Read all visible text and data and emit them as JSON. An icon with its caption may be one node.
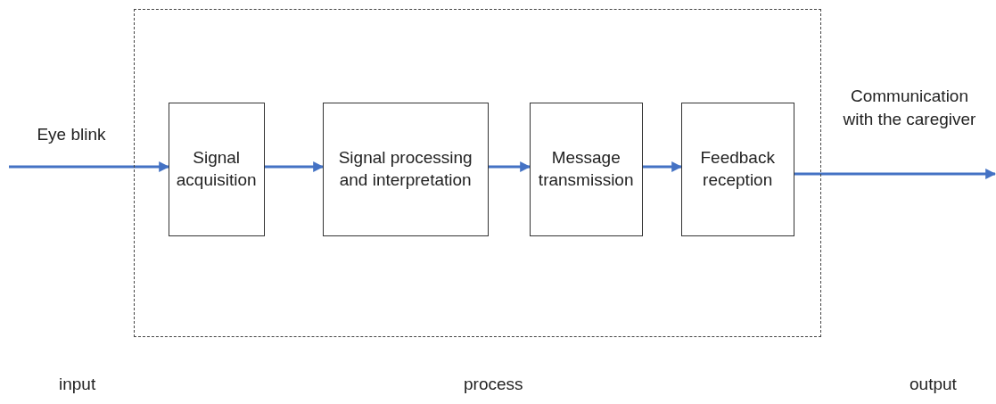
{
  "diagram": {
    "nodes": [
      {
        "text": [],
        "shape": "box"
      },
      {
        "text": [
          "Signal acquisition"
        ],
        "in": 0
      },
      {
        "text": [
          "Signal processing and interpretation"
        ],
        "in": 0
      },
      {
        "text": [
          "Message transmission"
        ],
        "in": 0
      },
      {
        "text": [
          "Feedback reception"
        ],
        "in": 0
      }
    ],
    "edges": [
      {
        "from": null,
        "to": 1,
        "arrow": "to",
        "label": "Eye blink"
      },
      {
        "from": 1,
        "to": 2,
        "arrow": "to"
      },
      {
        "from": 2,
        "to": 3,
        "arrow": "to"
      },
      {
        "from": 3,
        "to": 4,
        "arrow": "to"
      },
      {
        "from": 4,
        "to": null,
        "arrow": "to",
        "label": "Communication with the caregiver"
      }
    ],
    "labels": [
      "input",
      "process",
      "output"
    ]
  }
}
